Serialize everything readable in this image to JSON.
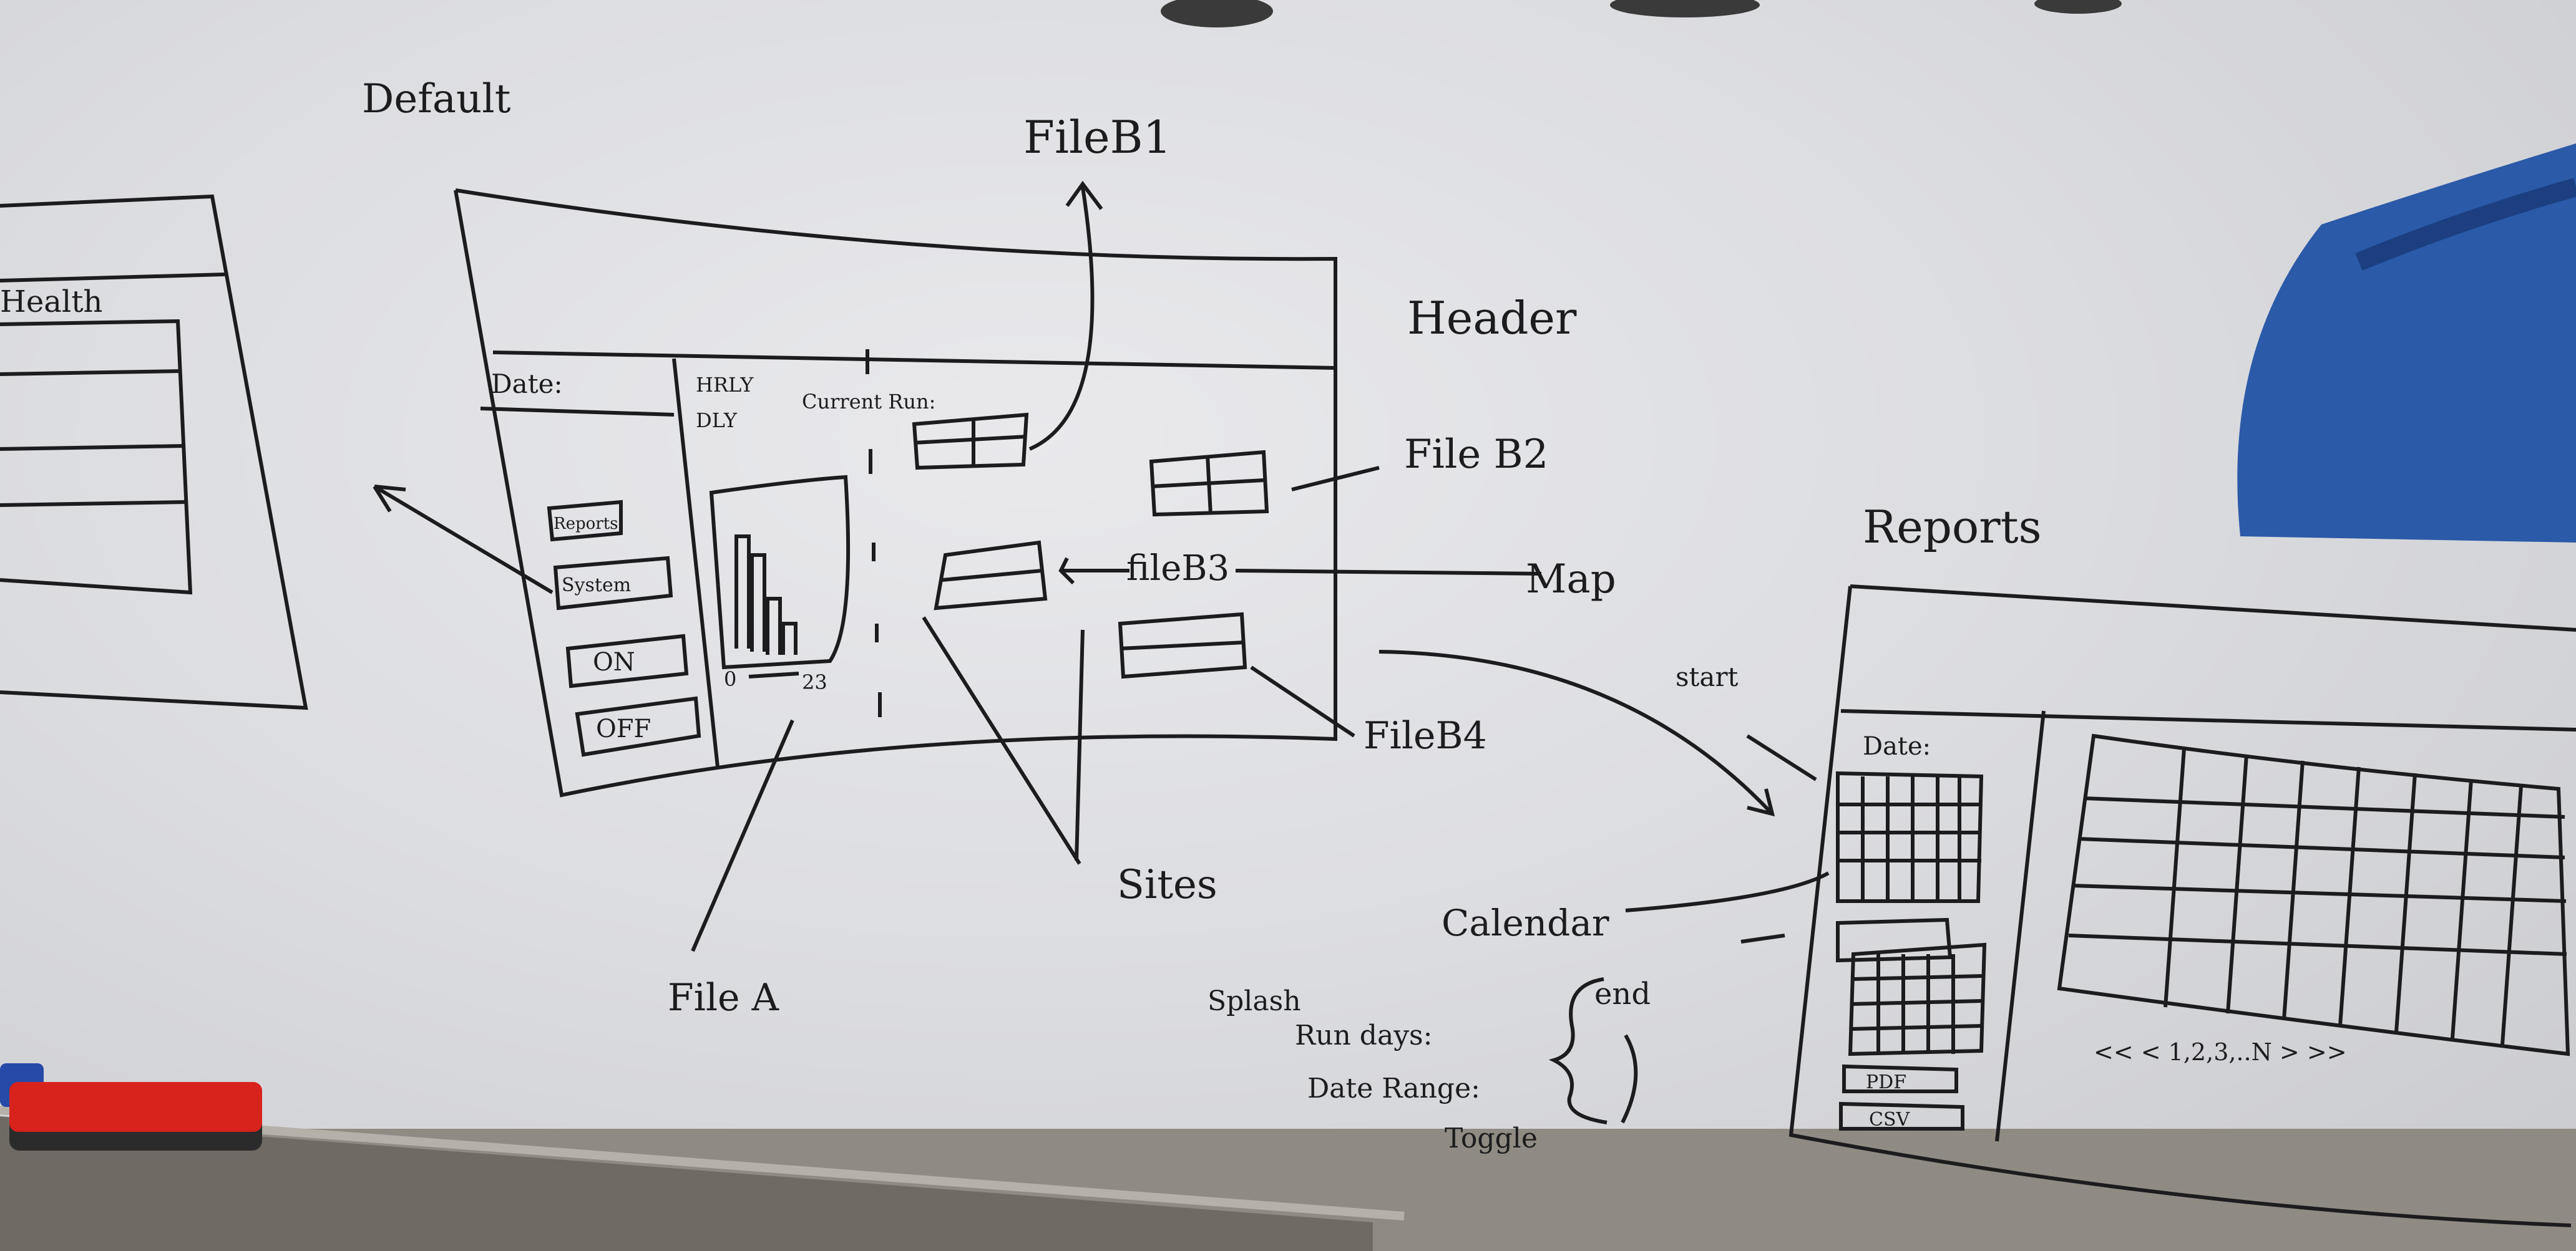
{
  "labels": {
    "default": "Default",
    "fileb1": "FileB1",
    "header": "Header",
    "fileb2": "File B2",
    "fileb3": "fileB3",
    "map": "Map",
    "fileb4": "FileB4",
    "sites": "Sites",
    "filea": "File A",
    "reports": "Reports",
    "start": "start",
    "calendar": "Calendar",
    "health": "Health"
  },
  "default_panel": {
    "date": "Date:",
    "hrly": "HRLY",
    "dly": "DLY",
    "current_run": "Current Run:",
    "buttons": [
      "Reports",
      "System",
      "ON",
      "OFF"
    ],
    "axis_start": "0",
    "axis_end": "23"
  },
  "reports_panel": {
    "date": "Date:",
    "buttons": [
      "PDF",
      "CSV"
    ],
    "pager": "<< < 1,2,3,..N > >>"
  },
  "notes": {
    "splash": "Splash",
    "run_days": "Run days:",
    "date_range": "Date Range:",
    "end": "end",
    "toggle": "Toggle"
  },
  "colors": {
    "board": "#dcdde1",
    "marker": "#1c1c1e",
    "eraser_red": "#d8231d",
    "jacket_blue": "#2a5aa8"
  }
}
